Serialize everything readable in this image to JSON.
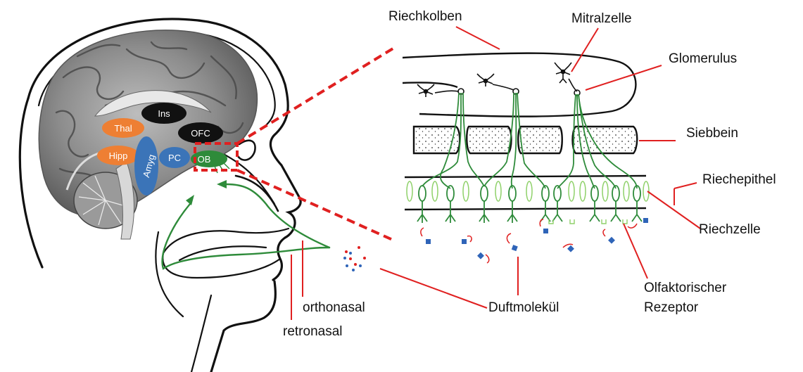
{
  "labels": {
    "riechkolben": "Riechkolben",
    "mitralzelle": "Mitralzelle",
    "glomerulus": "Glomerulus",
    "siebbein": "Siebbein",
    "riechepithel": "Riechepithel",
    "riechzelle": "Riechzelle",
    "rezeptor_line1": "Olfaktorischer",
    "rezeptor_line2": "Rezeptor",
    "duftmolekuel": "Duftmolekül",
    "orthonasal": "orthonasal",
    "retronasal": "retronasal"
  },
  "brain_regions": {
    "thal": "Thal",
    "ins": "Ins",
    "hipp": "Hipp",
    "amyg": "Amyg",
    "ofc": "OFC",
    "pc": "PC",
    "ob": "OB"
  },
  "colors": {
    "callout_red": "#e02020",
    "neuron_green": "#2e8b3a",
    "supporting_green": "#8fd16a",
    "region_orange": "#ee7f33",
    "region_blue": "#3b74b8",
    "region_black": "#111111",
    "molecule_blue": "#2f64b8"
  }
}
